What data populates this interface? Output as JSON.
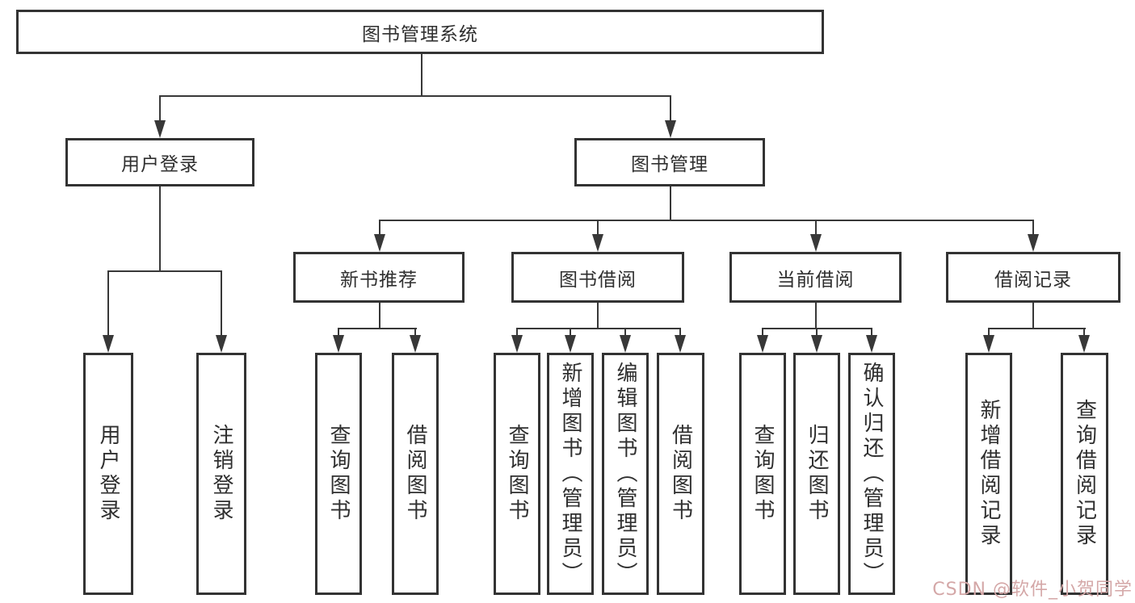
{
  "colors": {
    "line": "#383838",
    "box_border": "#333333",
    "text": "#2f2f2f",
    "watermark": "#d4a7a7"
  },
  "watermark": {
    "text": "CSDN @软件_小贺同学"
  },
  "tree": {
    "root": {
      "label": "图书管理系统"
    },
    "branches": [
      {
        "label": "用户登录",
        "children": [
          {
            "label": "用户登录"
          },
          {
            "label": "注销登录"
          }
        ]
      },
      {
        "label": "图书管理",
        "children": [
          {
            "label": "新书推荐",
            "children": [
              {
                "label": "查询图书"
              },
              {
                "label": "借阅图书"
              }
            ]
          },
          {
            "label": "图书借阅",
            "children": [
              {
                "label": "查询图书"
              },
              {
                "label": "新增图书（管理员）"
              },
              {
                "label": "编辑图书（管理员）"
              },
              {
                "label": "借阅图书"
              }
            ]
          },
          {
            "label": "当前借阅",
            "children": [
              {
                "label": "查询图书"
              },
              {
                "label": "归还图书"
              },
              {
                "label": "确认归还（管理员）"
              }
            ]
          },
          {
            "label": "借阅记录",
            "children": [
              {
                "label": "新增借阅记录"
              },
              {
                "label": "查询借阅记录"
              }
            ]
          }
        ]
      }
    ]
  }
}
